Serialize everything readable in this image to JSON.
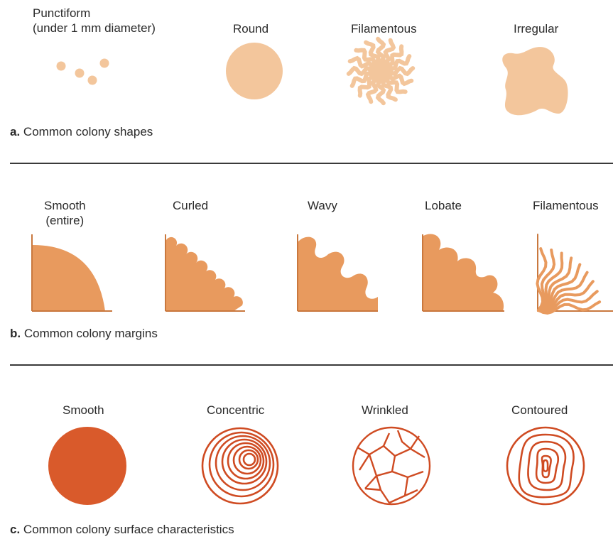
{
  "colors": {
    "shape_fill": "#f3c69c",
    "margin_fill": "#e89a5e",
    "surface_fill": "#d95a2b",
    "surface_stroke": "#cf4b22"
  },
  "shapes": {
    "labels": {
      "punctiform_line1": "Punctiform",
      "punctiform_line2": "(under 1 mm diameter)",
      "round": "Round",
      "filamentous": "Filamentous",
      "irregular": "Irregular"
    },
    "caption_letter": "a.",
    "caption_text": "Common colony shapes"
  },
  "margins": {
    "labels": {
      "smooth_line1": "Smooth",
      "smooth_line2": "(entire)",
      "curled": "Curled",
      "wavy": "Wavy",
      "lobate": "Lobate",
      "filamentous": "Filamentous"
    },
    "caption_letter": "b.",
    "caption_text": "Common colony margins"
  },
  "surfaces": {
    "labels": {
      "smooth": "Smooth",
      "concentric": "Concentric",
      "wrinkled": "Wrinkled",
      "contoured": "Contoured"
    },
    "caption_letter": "c.",
    "caption_text": "Common colony surface characteristics"
  }
}
